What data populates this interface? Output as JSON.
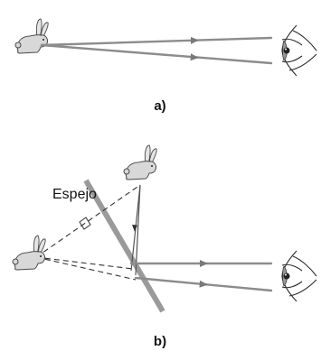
{
  "labels": {
    "panel_a": "a)",
    "panel_b": "b)",
    "mirror": "Espejo"
  },
  "icons": {
    "object": "rabbit-icon",
    "viewer": "eye-icon"
  },
  "colors": {
    "rays": "#8c8c8c",
    "mirror": "#9a9a9a",
    "construction_lines": "#333333"
  }
}
